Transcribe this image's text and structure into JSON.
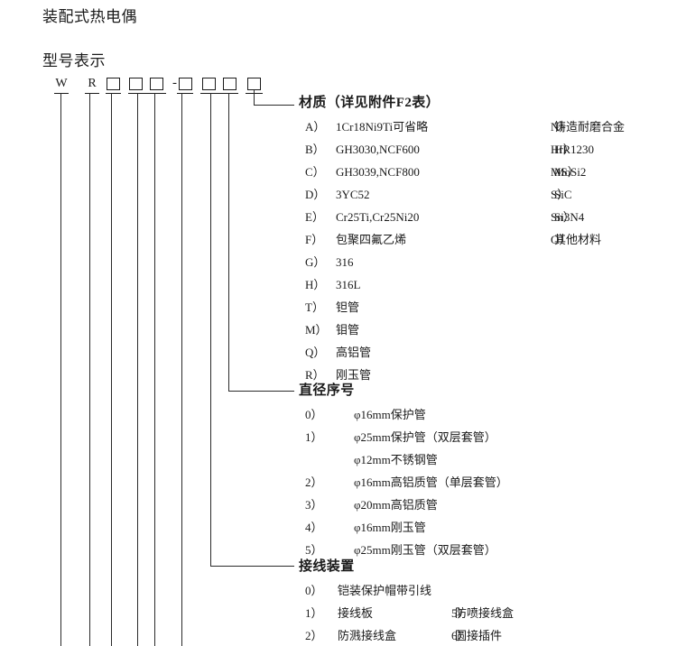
{
  "document": {
    "title": "装配式热电偶",
    "model_label": "型号表示"
  },
  "model_code": {
    "cells": [
      {
        "type": "letter",
        "text": "W"
      },
      {
        "type": "letter",
        "text": "R"
      },
      {
        "type": "box",
        "text": ""
      },
      {
        "type": "box",
        "text": ""
      },
      {
        "type": "box",
        "text": ""
      },
      {
        "type": "dash",
        "text": "-"
      },
      {
        "type": "box",
        "text": ""
      },
      {
        "type": "box",
        "text": ""
      },
      {
        "type": "box",
        "text": ""
      },
      {
        "type": "box",
        "text": ""
      }
    ]
  },
  "sections": {
    "material": {
      "heading": "材质（详见附件F2表）",
      "left": [
        {
          "key": "A）",
          "value": "1Cr18Ni9Ti可省略"
        },
        {
          "key": "B）",
          "value": "GH3030,NCF600"
        },
        {
          "key": "C）",
          "value": "GH3039,NCF800"
        },
        {
          "key": "D）",
          "value": "3YC52"
        },
        {
          "key": "E）",
          "value": "Cr25Ti,Cr25Ni20"
        },
        {
          "key": "F）",
          "value": "包聚四氟乙烯"
        },
        {
          "key": "G）",
          "value": "316"
        },
        {
          "key": "H）",
          "value": "316L"
        },
        {
          "key": "T）",
          "value": "钽管"
        },
        {
          "key": "M）",
          "value": "钼管"
        },
        {
          "key": "Q）",
          "value": "高铝管"
        },
        {
          "key": "R）",
          "value": "刚玉管"
        }
      ],
      "right": [
        {
          "key": "N）",
          "value": "铸造耐磨合金"
        },
        {
          "key": "Hr）",
          "value": "HR1230"
        },
        {
          "key": "MS）",
          "value": "MoSi2"
        },
        {
          "key": "S）",
          "value": "SiC"
        },
        {
          "key": "Sn）",
          "value": "Si3N4"
        },
        {
          "key": "O）",
          "value": "其他材料"
        }
      ]
    },
    "diameter": {
      "heading": "直径序号",
      "left": [
        {
          "key": "0）",
          "value": "φ16mm保护管"
        },
        {
          "key": "1）",
          "value": "φ25mm保护管（双层套管）"
        },
        {
          "key": "",
          "value": "φ12mm不锈钢管"
        },
        {
          "key": "2）",
          "value": "φ16mm高铝质管（单层套管）"
        },
        {
          "key": "3）",
          "value": "φ20mm高铝质管"
        },
        {
          "key": "4）",
          "value": "φ16mm刚玉管"
        },
        {
          "key": "5）",
          "value": "φ25mm刚玉管（双层套管）"
        }
      ]
    },
    "wiring": {
      "heading": "接线装置",
      "left": [
        {
          "key": "0）",
          "value": "铠装保护帽带引线"
        },
        {
          "key": "1）",
          "value": "接线板"
        },
        {
          "key": "2）",
          "value": "防溅接线盒"
        }
      ],
      "right": [
        {
          "key": "5）",
          "value": "防喷接线盒"
        },
        {
          "key": "6）",
          "value": "圆接插件"
        }
      ]
    }
  },
  "colors": {
    "ink": "#1a1a1a",
    "line": "#2a2a2a",
    "page": "#ffffff"
  }
}
